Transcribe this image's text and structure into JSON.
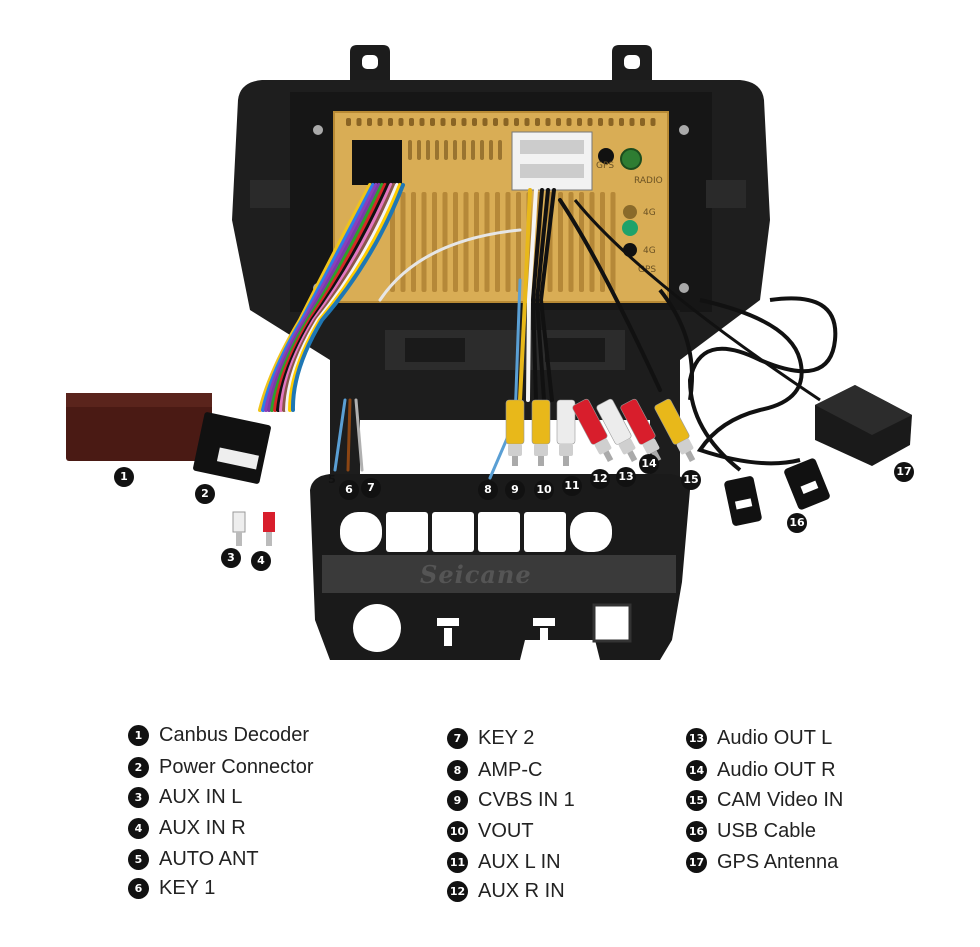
{
  "watermark": "Seicane",
  "unit_labels": {
    "gps": "GPS",
    "radio": "RADIO",
    "4g_top": "4G",
    "4g_bottom": "4G",
    "gps_bottom": "GPS"
  },
  "legend": [
    {
      "num": "1",
      "label": "Canbus Decoder"
    },
    {
      "num": "2",
      "label": "Power Connector"
    },
    {
      "num": "3",
      "label": "AUX IN L"
    },
    {
      "num": "4",
      "label": "AUX IN R"
    },
    {
      "num": "5",
      "label": "AUTO ANT"
    },
    {
      "num": "6",
      "label": "KEY 1"
    },
    {
      "num": "7",
      "label": "KEY 2"
    },
    {
      "num": "8",
      "label": "AMP-C"
    },
    {
      "num": "9",
      "label": "CVBS IN 1"
    },
    {
      "num": "10",
      "label": "VOUT"
    },
    {
      "num": "11",
      "label": "AUX L IN"
    },
    {
      "num": "12",
      "label": "AUX R IN"
    },
    {
      "num": "13",
      "label": "Audio OUT L"
    },
    {
      "num": "14",
      "label": "Audio OUT R"
    },
    {
      "num": "15",
      "label": "CAM Video IN"
    },
    {
      "num": "16",
      "label": "USB Cable"
    },
    {
      "num": "17",
      "label": "GPS Antenna"
    }
  ],
  "colors": {
    "chassis": "#1c1c1c",
    "housing": "#d9ad55",
    "rca_red": "#d81e2c",
    "rca_white": "#ececec",
    "rca_yellow": "#e8b81a"
  }
}
